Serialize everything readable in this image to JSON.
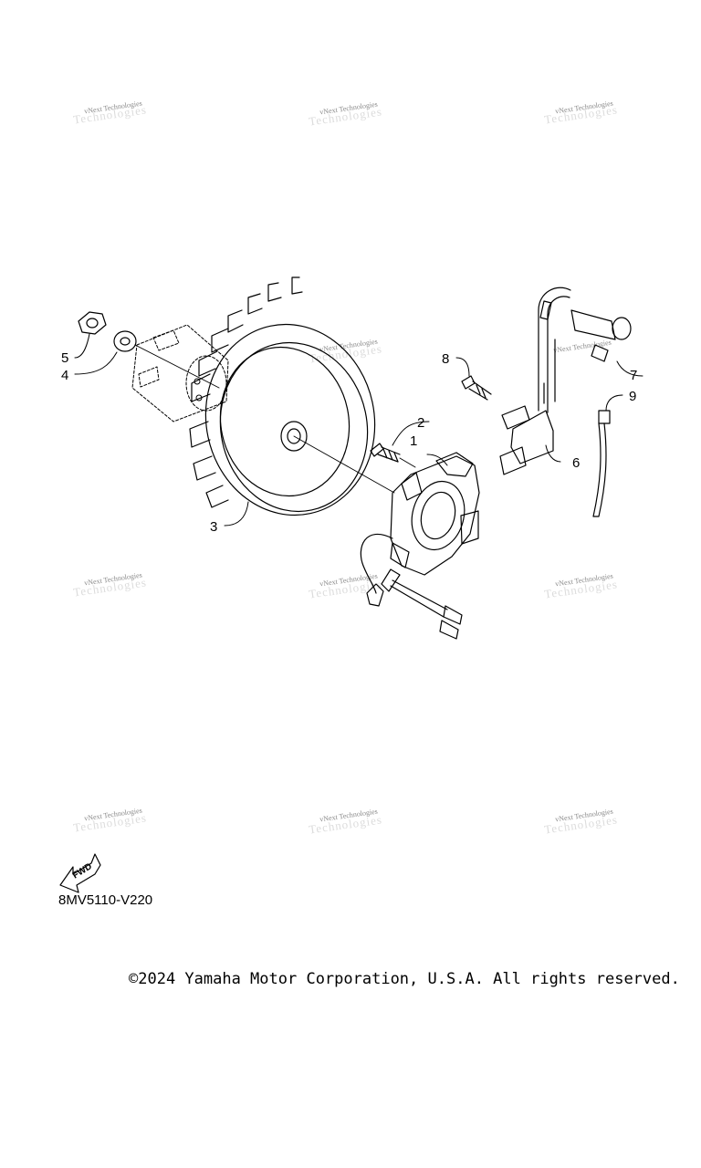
{
  "callouts": [
    "1",
    "2",
    "3",
    "4",
    "5",
    "6",
    "7",
    "8",
    "9"
  ],
  "watermark": {
    "text": "vNext Technologies",
    "shadow_text": "Technologies"
  },
  "direction_badge": "FWD",
  "part_code": "8MV5110-V220",
  "copyright": "©2024 Yamaha Motor Corporation, U.S.A. All rights reserved.",
  "colors": {
    "line": "#000000",
    "watermark": "#8a8a8a"
  }
}
